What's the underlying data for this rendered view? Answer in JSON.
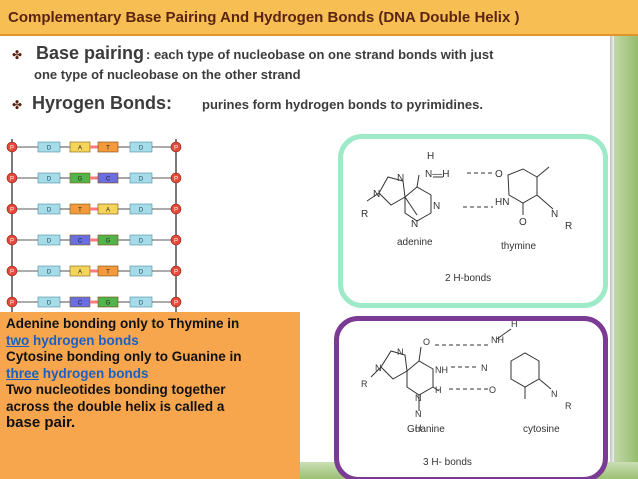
{
  "title": "Complementary Base Pairing And Hydrogen Bonds (DNA Double Helix )",
  "bullets": [
    {
      "icon": "✤",
      "head": "Base pairing",
      "body": ": each type of nucleobase on one strand bonds with just",
      "cont": "one type of nucleobase on the other strand"
    },
    {
      "icon": "✤",
      "head": "Hyrogen Bonds:",
      "body": "purines form hydrogen bonds to pyrimidines."
    }
  ],
  "ladder": {
    "phosphate": "P",
    "sugar": "D",
    "rows": [
      {
        "left": "A",
        "right": "T"
      },
      {
        "left": "G",
        "right": "C"
      },
      {
        "left": "T",
        "right": "A"
      },
      {
        "left": "C",
        "right": "G"
      },
      {
        "left": "A",
        "right": "T"
      },
      {
        "left": "C",
        "right": "G"
      }
    ]
  },
  "at_pair": {
    "left_name": "adenine",
    "right_name": "thymine",
    "bond_count": "2 H-bonds",
    "atoms": {
      "H": "H",
      "N": "N",
      "NH": "N—H",
      "O": "O",
      "HN": "HN",
      "R": "R"
    }
  },
  "gc_pair": {
    "left_name": "Guanine",
    "right_name": "cytosine",
    "bond_count": "3 H- bonds",
    "atoms": {
      "H": "H",
      "N": "N",
      "NH": "NH",
      "O": "O",
      "R": "R"
    }
  },
  "note": {
    "line1": "Adenine bonding only to Thymine in",
    "two": "two",
    "hb1": "hydrogen bonds",
    "line3": "Cytosine bonding only to Guanine in",
    "three": "three",
    "hb2": "hydrogen bonds",
    "line5": "Two nucleotides bonding together",
    "line6": "across the double helix is called a",
    "line7": "base pair."
  },
  "colors": {
    "title_bar": "#f7bf53",
    "title_text": "#5a2412",
    "note_bg": "#f7a64e",
    "note_blue": "#1b5fc4",
    "box1_border": "#9de9c8",
    "box2_border": "#7b3a93",
    "phosphate": "#e5493a",
    "sugar": "#a6dbe8",
    "A": "#f5d45a",
    "T": "#f39a3d",
    "G": "#52b44a",
    "C": "#6a6ee0",
    "bond": "#ff7a7a",
    "backbone": "#222222"
  }
}
